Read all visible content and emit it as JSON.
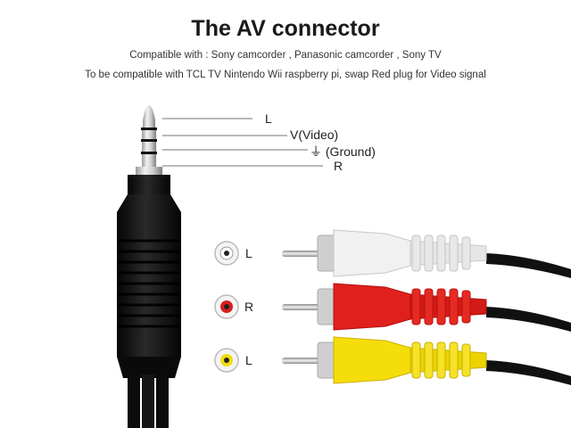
{
  "title": "The AV connector",
  "subtitle_1": "Compatible with : Sony camcorder , Panasonic camcorder , Sony TV",
  "subtitle_2": "To be compatible with TCL TV Nintendo Wii raspberry pi, swap Red plug for Video signal",
  "pin_labels": {
    "l": "L",
    "video": "V(Video)",
    "ground_symbol": "⏚",
    "ground": "(Ground)",
    "r": "R"
  },
  "rca_labels": {
    "white": "L",
    "red": "R",
    "yellow": "L"
  },
  "colors": {
    "white_plug": "#f1f1f1",
    "red_plug": "#e0201c",
    "yellow_plug": "#f5dd0c",
    "cable": "#111111"
  }
}
